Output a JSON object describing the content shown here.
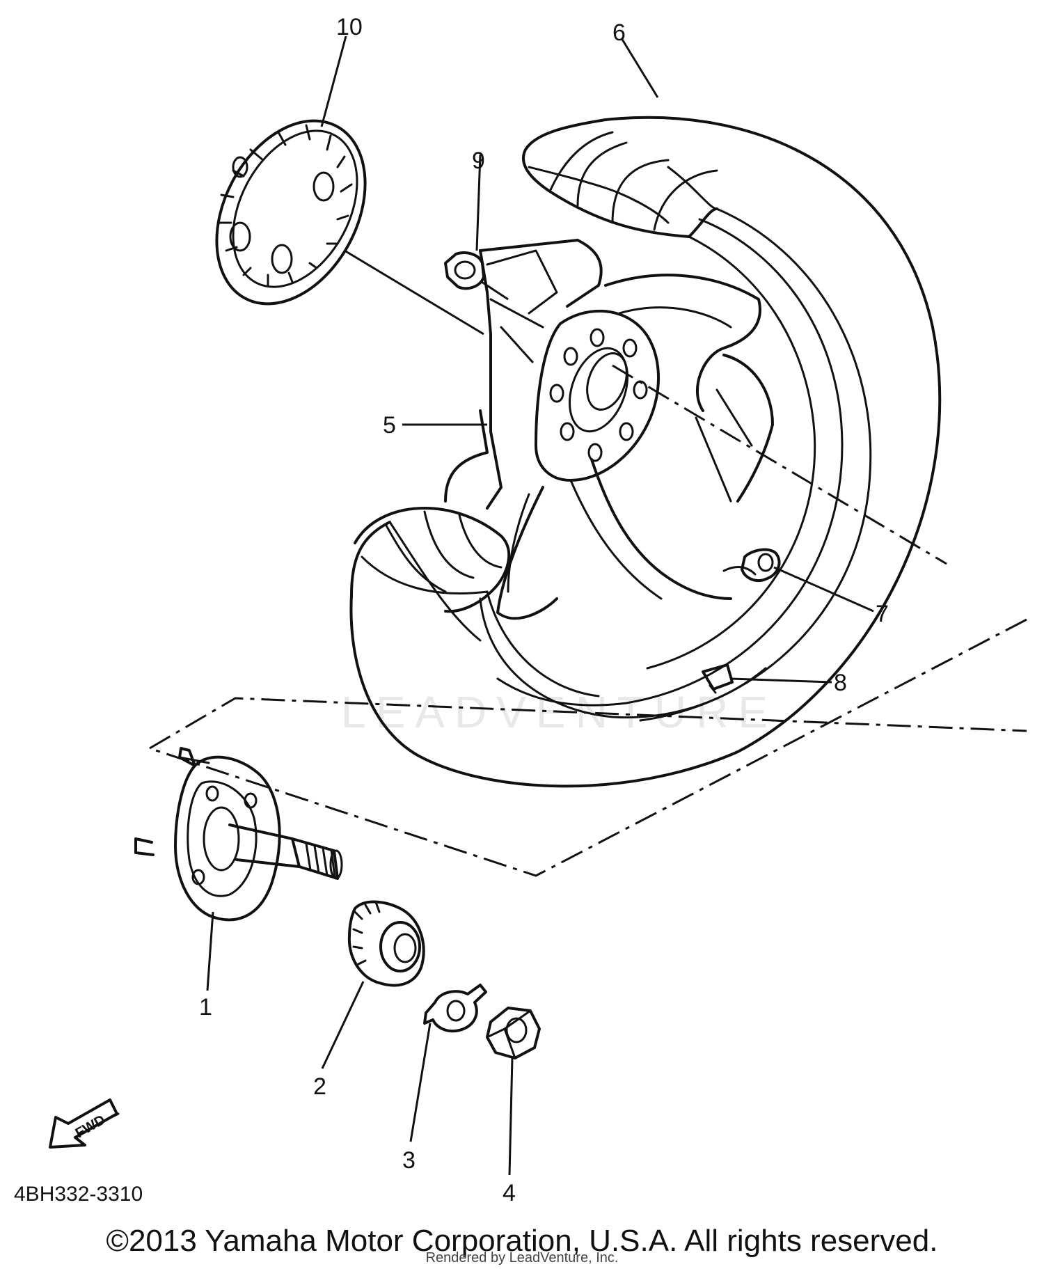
{
  "diagram": {
    "part_code": "4BH332-3310",
    "watermark": "LEADVENTURE",
    "fwd_label": "FWD",
    "callouts": [
      "1",
      "2",
      "3",
      "4",
      "5",
      "6",
      "7",
      "8",
      "9",
      "10"
    ]
  },
  "footer": {
    "copyright": "©2013 Yamaha Motor Corporation, U.S.A. All rights reserved.",
    "rendered_by": "Rendered by LeadVenture, Inc."
  }
}
